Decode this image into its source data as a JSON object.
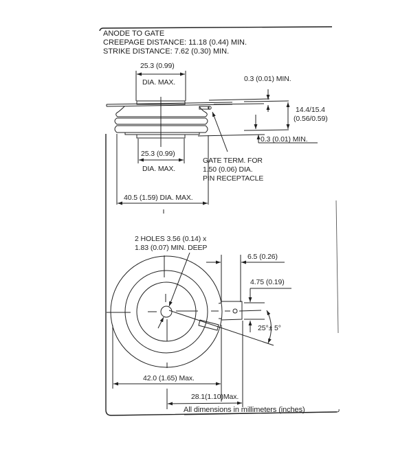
{
  "drawing": {
    "header_notes": [
      "ANODE TO GATE",
      "CREEPAGE DISTANCE: 11.18 (0.44) MIN.",
      "STRIKE DISTANCE: 7.62 (0.30) MIN."
    ],
    "side_view": {
      "top_contact_dia": "25.3 (0.99)",
      "top_contact_dia_note": "DIA. MAX.",
      "flange_clearance_top": "0.3 (0.01) MIN.",
      "height": "14.4/15.4",
      "height_in": "(0.56/0.59)",
      "flange_clearance_bottom": "0.3 (0.01) MIN.",
      "bottom_contact_dia": "25.3 (0.99)",
      "bottom_contact_dia_note": "DIA. MAX.",
      "gate_term_lines": [
        "GATE TERM. FOR",
        "1.50 (0.06) DIA.",
        "PIN RECEPTACLE"
      ],
      "overall_dia": "40.5 (1.59) DIA. MAX."
    },
    "top_view": {
      "holes_lines": [
        "2 HOLES 3.56 (0.14) x",
        "1.83 (0.07) MIN. DEEP"
      ],
      "tab_length": "6.5 (0.26)",
      "tab_width": "4.75 (0.19)",
      "angle": "25°± 5°",
      "overall_dia": "42.0 (1.65) Max.",
      "center_to_tab": "28.1(1.10)Max."
    },
    "footer_note": "All dimensions in millimeters (inches)",
    "colors": {
      "ink": "#1a1a1a",
      "paper": "#ffffff"
    }
  }
}
